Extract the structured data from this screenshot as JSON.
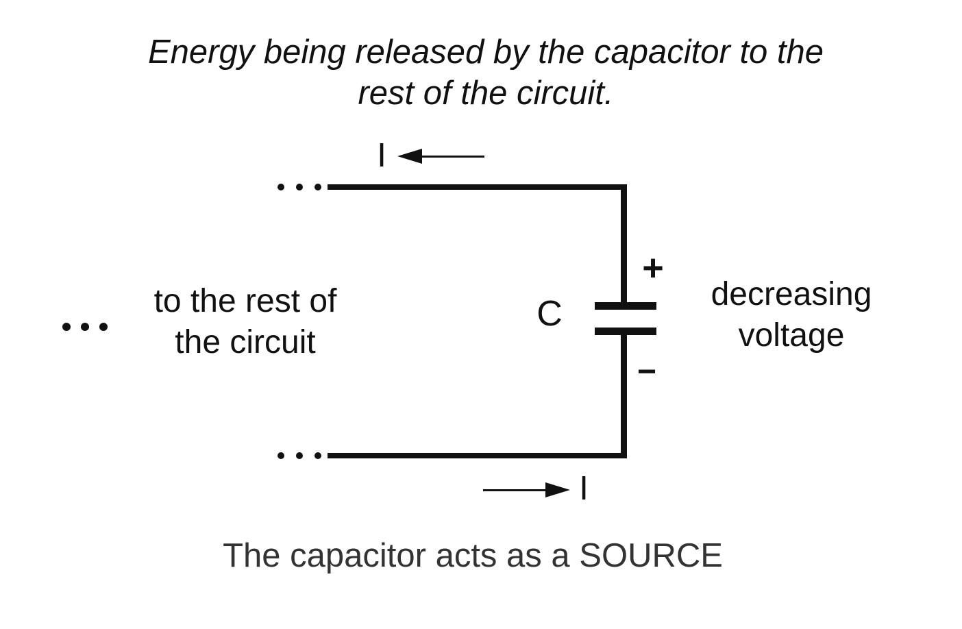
{
  "title": {
    "line1": "Energy being released by the capacitor to the",
    "line2": "rest of the circuit."
  },
  "circuit": {
    "top_current_label": "I",
    "bottom_current_label": "I",
    "capacitor_label": "C",
    "positive_terminal": "+",
    "negative_terminal": "−",
    "left_label_line1": "to the rest of",
    "left_label_line2": "the circuit",
    "right_label_line1": "decreasing",
    "right_label_line2": "voltage"
  },
  "caption": "The capacitor acts as a SOURCE",
  "colors": {
    "ink": "#111111",
    "caption_text": "#333333",
    "background": "#ffffff"
  }
}
